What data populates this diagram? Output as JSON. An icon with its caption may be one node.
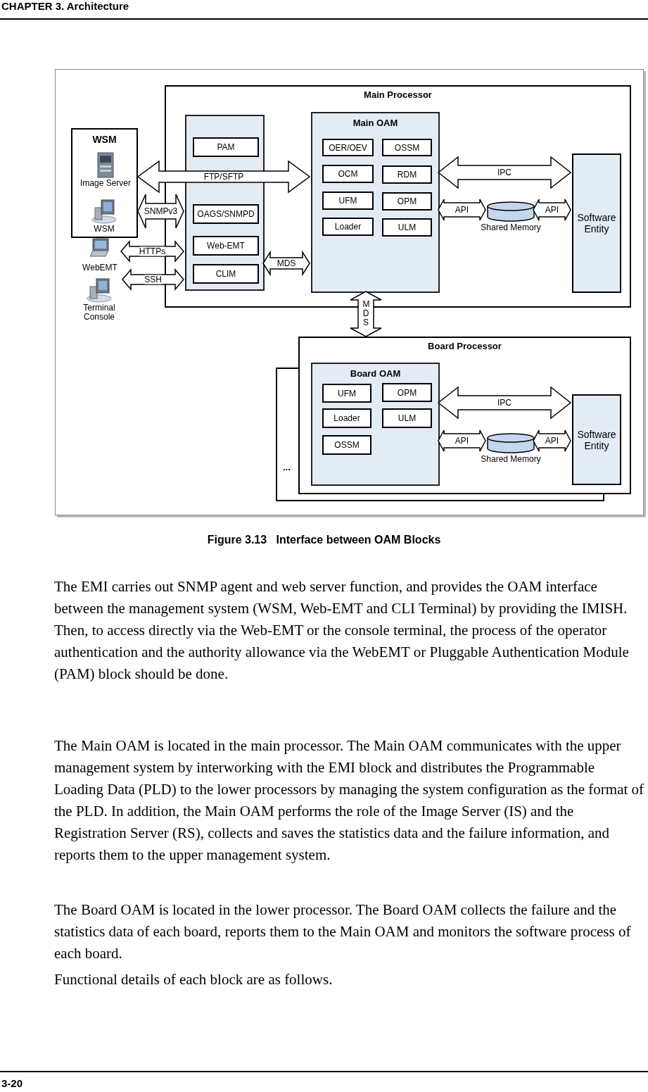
{
  "diagram": {
    "caption": "Figure 3.13   Interface between OAM Blocks",
    "nodes": [
      {
        "text": [
          "Main Processor"
        ]
      },
      {
        "text": [],
        "shape": "box",
        "in": 0
      },
      {
        "text": [
          "PAM"
        ],
        "in": 1
      },
      {
        "text": [
          "OAGS/SNMPD"
        ],
        "in": 1
      },
      {
        "text": [
          "Web-EMT"
        ],
        "in": 1
      },
      {
        "text": [
          "CLIM"
        ],
        "in": 1
      },
      {
        "text": [
          "Main OAM"
        ],
        "in": 0
      },
      {
        "text": [
          "OER/OEV"
        ],
        "in": 6
      },
      {
        "text": [
          "OSSM"
        ],
        "in": 6
      },
      {
        "text": [
          "OCM"
        ],
        "in": 6
      },
      {
        "text": [
          "RDM"
        ],
        "in": 6
      },
      {
        "text": [
          "UFM"
        ],
        "in": 6
      },
      {
        "text": [
          "OPM"
        ],
        "in": 6
      },
      {
        "text": [
          "Loader"
        ],
        "in": 6
      },
      {
        "text": [
          "ULM"
        ],
        "in": 6
      },
      {
        "text": [],
        "shape": "cylinder",
        "beside": [
          "Shared Memory"
        ],
        "in": 0
      },
      {
        "text": [
          "Software Entity"
        ],
        "in": 0
      },
      {
        "text": [
          "WSM"
        ]
      },
      {
        "text": [
          "Image Server"
        ],
        "in": 17
      },
      {
        "text": [
          "WSM"
        ],
        "in": 17
      },
      {
        "text": [
          "WebEMT"
        ]
      },
      {
        "text": [
          "Terminal Console"
        ]
      },
      {
        "text": [
          "..."
        ]
      },
      {
        "text": [
          "Board Processor"
        ]
      },
      {
        "text": [
          "Board OAM"
        ],
        "in": 23
      },
      {
        "text": [
          "UFM"
        ],
        "in": 24
      },
      {
        "text": [
          "OPM"
        ],
        "in": 24
      },
      {
        "text": [
          "Loader"
        ],
        "in": 24
      },
      {
        "text": [
          "ULM"
        ],
        "in": 24
      },
      {
        "text": [
          "OSSM"
        ],
        "in": 24
      },
      {
        "text": [],
        "shape": "cylinder",
        "beside": [
          "Shared Memory"
        ],
        "in": 23
      },
      {
        "text": [
          "Software Entity"
        ],
        "in": 23
      }
    ],
    "edges": [
      {
        "from": 17,
        "to": 6,
        "arrow": "both",
        "label": "FTP/SFTP"
      },
      {
        "from": 17,
        "to": 1,
        "arrow": "both",
        "label": "SNMPv3"
      },
      {
        "from": 20,
        "to": 1,
        "arrow": "both",
        "label": "HTTPs"
      },
      {
        "from": 21,
        "to": 1,
        "arrow": "both",
        "label": "SSH"
      },
      {
        "from": 1,
        "to": 6,
        "arrow": "both",
        "label": "MDS"
      },
      {
        "from": 6,
        "to": 16,
        "arrow": "both",
        "label": "IPC"
      },
      {
        "from": 6,
        "to": 15,
        "arrow": "both",
        "label": "API"
      },
      {
        "from": 15,
        "to": 16,
        "arrow": "both",
        "label": "API"
      },
      {
        "from": 6,
        "to": 23,
        "arrow": "both",
        "label": "MDS"
      },
      {
        "from": 24,
        "to": 31,
        "arrow": "both",
        "label": "IPC"
      },
      {
        "from": 24,
        "to": 30,
        "arrow": "both",
        "label": "API"
      },
      {
        "from": 30,
        "to": 31,
        "arrow": "both",
        "label": "API"
      }
    ],
    "labels": [
      "CHAPTER 3. Architecture",
      "The EMI carries out SNMP agent and web server function, and provides the OAM interface between the management system (WSM, Web-EMT and CLI Terminal) by providing the IMISH. Then, to access directly via the Web-EMT or the console terminal, the process of the operator authentication and the authority allowance via the WebEMT or Pluggable Authentication Module (PAM) block should be done.",
      "The Main OAM is located in the main processor. The Main OAM communicates with the upper management system by interworking with the EMI block and distributes the Programmable Loading Data (PLD) to the lower processors by managing the system configuration as the format of the PLD. In addition, the Main OAM performs the role of the Image Server (IS) and the Registration Server (RS), collects and saves the statistics data and the failure information, and reports them to the upper management system.",
      "The Board OAM is located in the lower processor. The Board OAM collects the failure and the statistics data of each board, reports them to the Main OAM and monitors the software process of each board.",
      "Functional details of each block are as follows.",
      "3-20"
    ]
  }
}
